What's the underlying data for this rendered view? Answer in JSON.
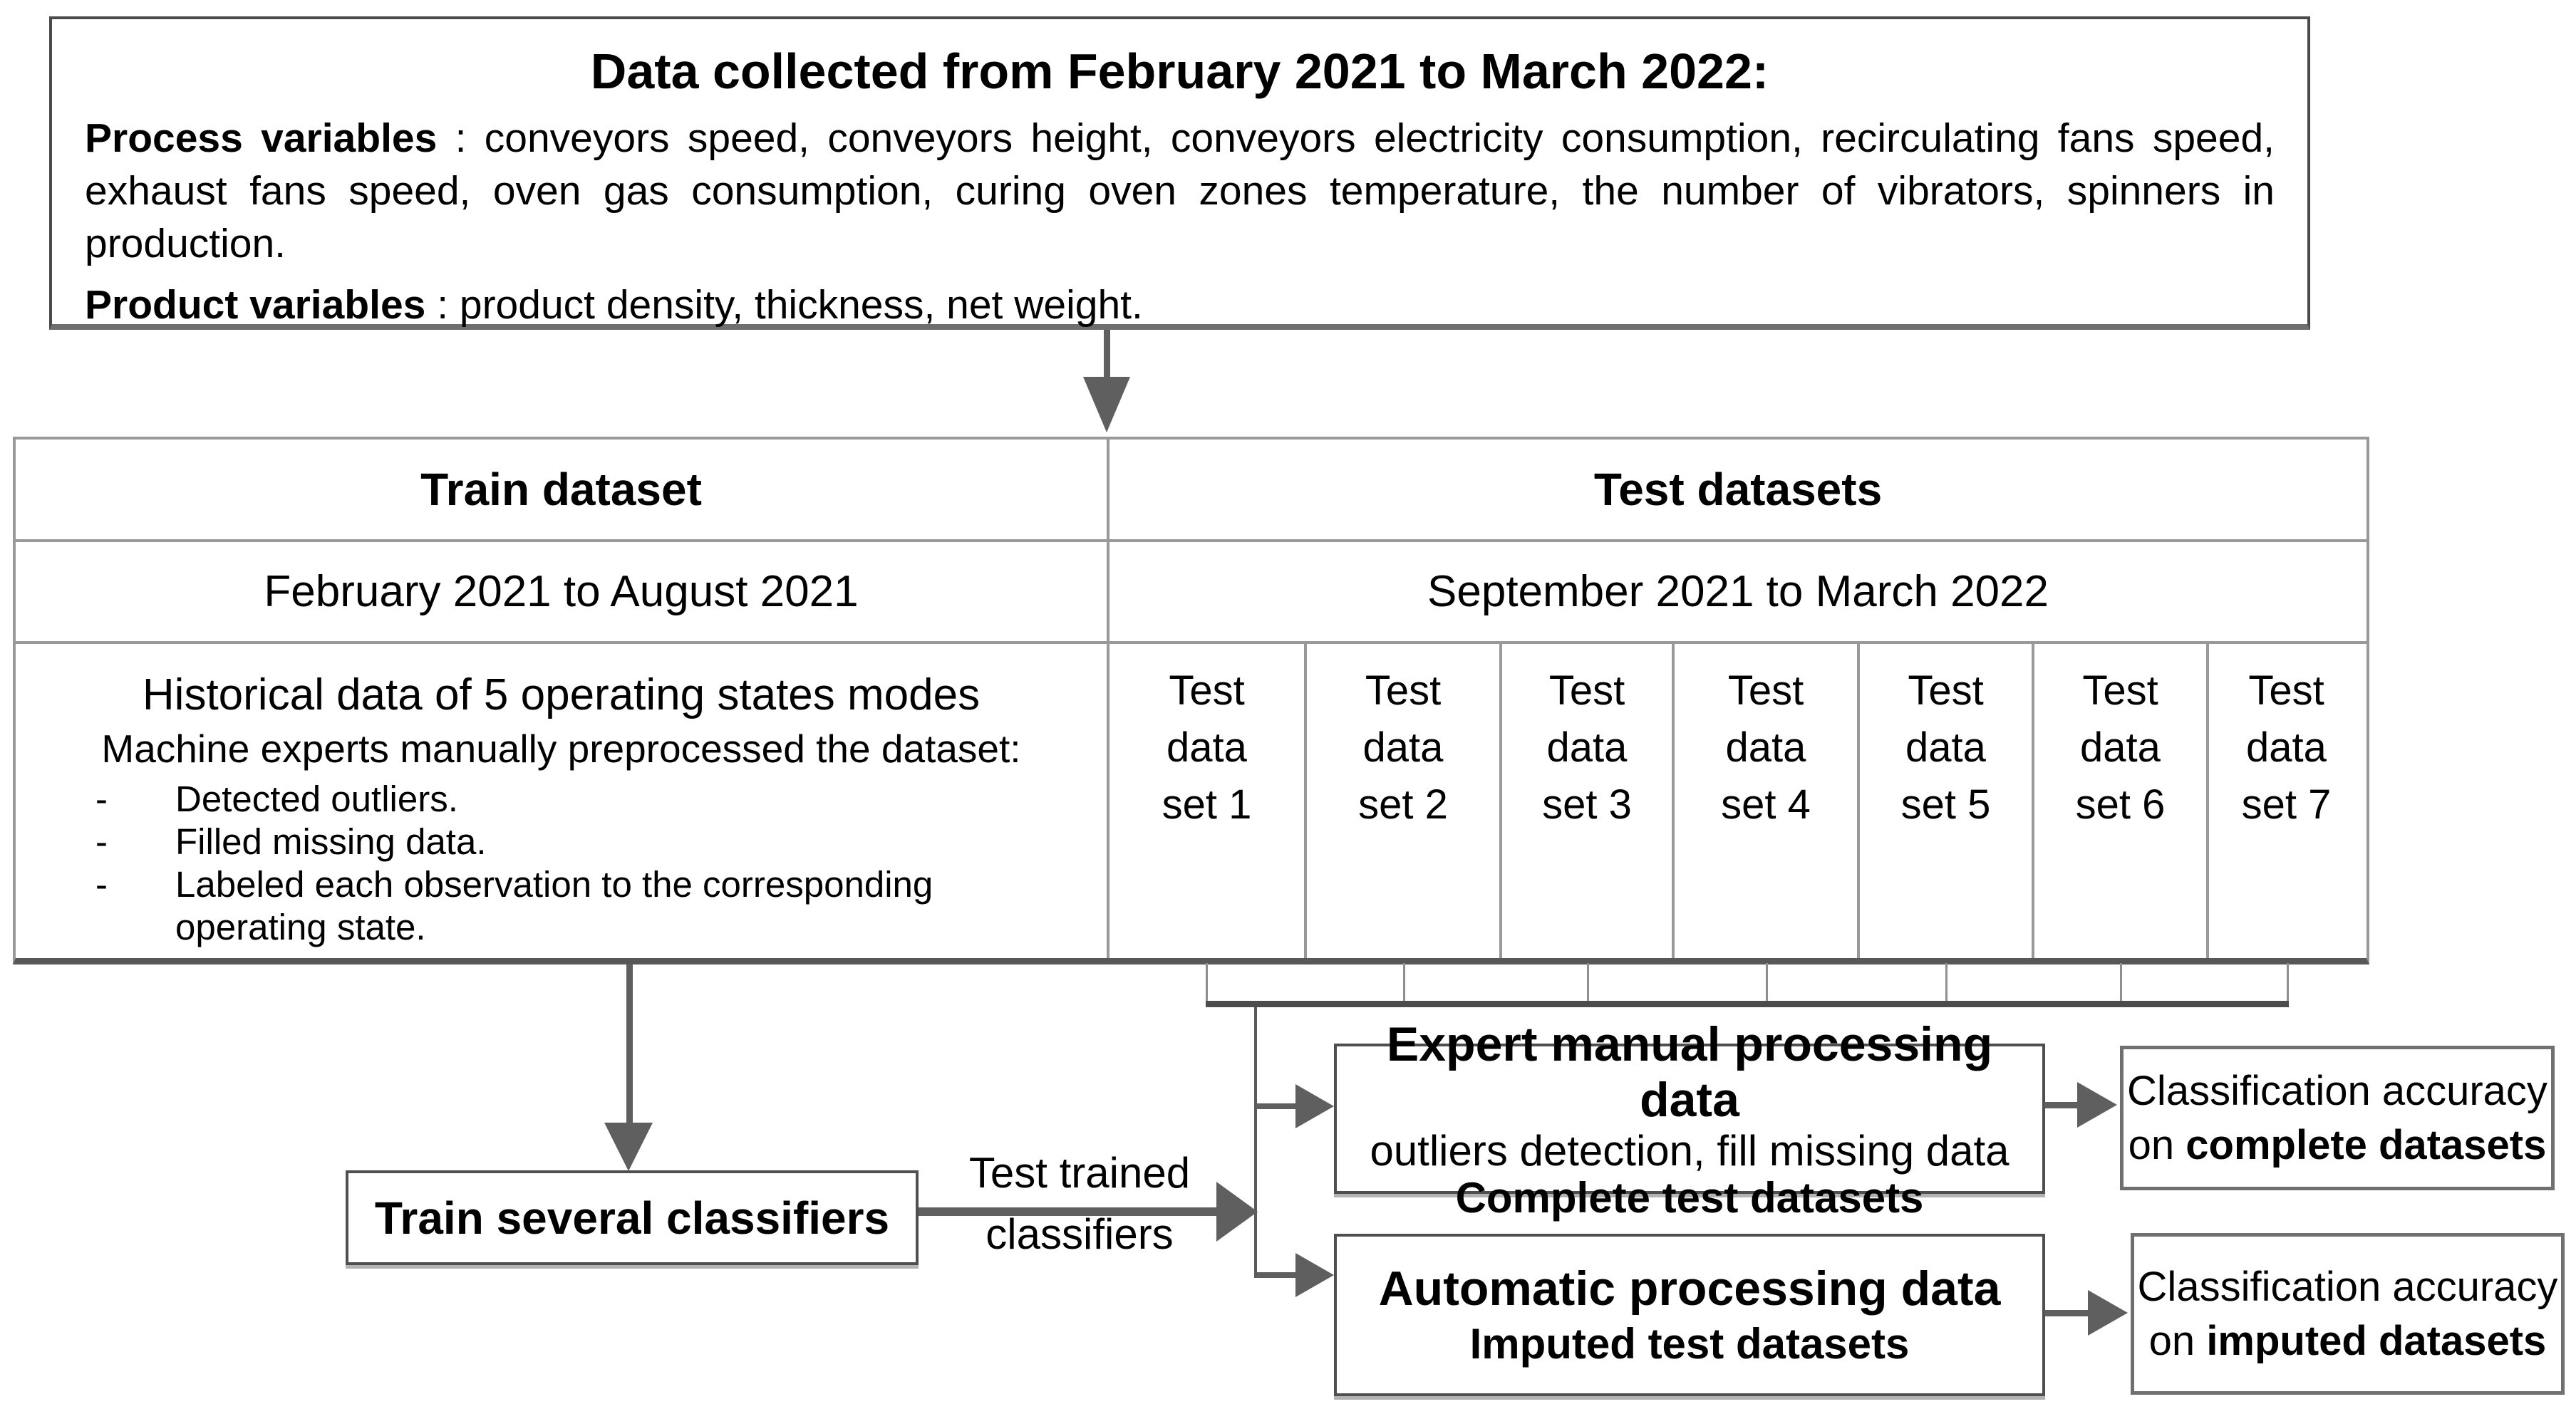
{
  "colors": {
    "background": "#ffffff",
    "text": "#000000",
    "grid_line": "#999999",
    "arrow": "#5f5f5f",
    "bracket": "#4c4c4c",
    "flow_box_border": "#4f4f4f",
    "result_box_border": "#707070"
  },
  "top_box": {
    "title": "Data collected from February 2021 to March 2022:",
    "process_label": "Process variables",
    "process_text": " : conveyors speed, conveyors height, conveyors electricity consumption, recirculating fans speed, exhaust fans speed, oven gas consumption, curing oven zones temperature, the number of vibrators, spinners in production.",
    "product_label": "Product variables",
    "product_text": " : product density, thickness, net weight."
  },
  "table": {
    "train_header": "Train dataset",
    "test_header": "Test datasets",
    "train_period": "February 2021 to August 2021",
    "test_period": "September 2021 to March 2022",
    "train_content": {
      "heading": "Historical data of 5 operating states modes",
      "subheading": "Machine experts manually preprocessed the dataset:",
      "bullet_marker": "-",
      "bullets": [
        "Detected outliers.",
        "Filled missing data.",
        "Labeled each observation to the corresponding operating state."
      ]
    },
    "test_sets": [
      {
        "lines": [
          "Test",
          "data",
          "set 1"
        ]
      },
      {
        "lines": [
          "Test",
          "data",
          "set 2"
        ]
      },
      {
        "lines": [
          "Test",
          "data",
          "set 3"
        ]
      },
      {
        "lines": [
          "Test",
          "data",
          "set 4"
        ]
      },
      {
        "lines": [
          "Test",
          "data",
          "set 5"
        ]
      },
      {
        "lines": [
          "Test",
          "data",
          "set 6"
        ]
      },
      {
        "lines": [
          "Test",
          "data",
          "set 7"
        ]
      }
    ]
  },
  "flow": {
    "train_classifiers_box": "Train several classifiers",
    "test_arrow_label": [
      "Test trained",
      "classifiers"
    ],
    "expert_box": {
      "title": "Expert manual processing data",
      "detail": "outliers detection, fill missing data",
      "footer": "Complete test datasets"
    },
    "auto_box": {
      "title": "Automatic processing data",
      "footer": "Imputed test datasets"
    },
    "accuracy_complete": {
      "line1": "Classification accuracy",
      "line2_prefix": "on ",
      "line2_bold": "complete datasets"
    },
    "accuracy_imputed": {
      "line1": "Classification accuracy",
      "line2_prefix": "on ",
      "line2_bold": "imputed datasets"
    }
  }
}
